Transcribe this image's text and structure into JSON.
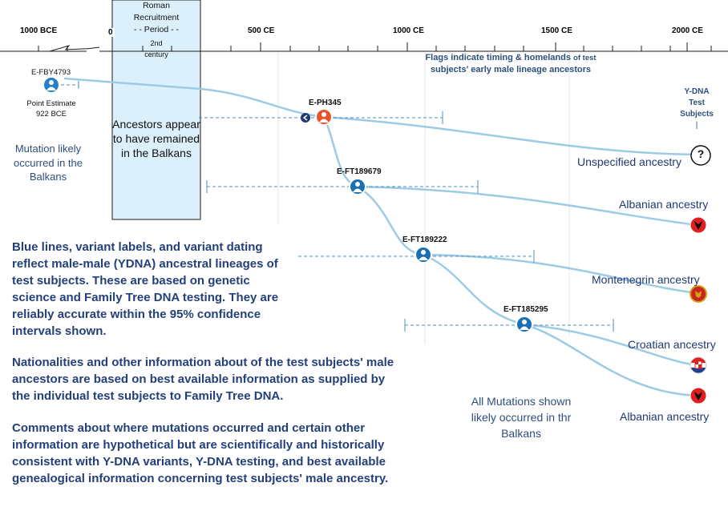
{
  "timeline": {
    "ticks": [
      "1000 BCE",
      "0",
      "500 CE",
      "1000 CE",
      "1500 CE",
      "2000 CE"
    ],
    "flags_note_1": "Flags indicate timing & homelands",
    "flags_note_2": "of test",
    "flags_note_3": "subjects' early male lineage ancestors"
  },
  "roman_period": {
    "line1": "Roman",
    "line2": "Recruitment",
    "line3": "- - Period - -",
    "line4": "2nd",
    "line5": "century",
    "balkans_note": "Ancestors appear to have remained in the Balkans"
  },
  "root": {
    "label": "E-FBY4793",
    "estimate_line1": "Point Estimate",
    "estimate_line2": "922 BCE",
    "mutation_note": "Mutation likely occurred in the Balkans"
  },
  "variants": [
    {
      "label": "E-PH345"
    },
    {
      "label": "E-FT189679"
    },
    {
      "label": "E-FT189222"
    },
    {
      "label": "E-FT185295"
    }
  ],
  "ydna_header": {
    "line1": "Y-DNA",
    "line2": "Test",
    "line3": "Subjects",
    "line4": "|"
  },
  "unknown_symbol": "?",
  "ancestries": [
    {
      "label": "Unspecified ancestry",
      "flag": "unknown"
    },
    {
      "label": "Albanian ancestry",
      "flag": "albania"
    },
    {
      "label": "Montenegrin  ancestry",
      "flag": "montenegro"
    },
    {
      "label": "Croatian ancestry",
      "flag": "croatia"
    },
    {
      "label": "Albanian ancestry",
      "flag": "albania"
    }
  ],
  "mutations_note": "All Mutations shown likely occurred in thr Balkans",
  "legend": {
    "p1": "Blue lines, variant labels, and variant dating reflect male-male (YDNA) ancestral lineages of test subjects. These are based on genetic science and Family Tree DNA testing. They are reliably accurate within the 95% confidence intervals shown.",
    "p2": "Nationalities and other information about of the test subjects' male ancestors are based on best available information as supplied by the individual test subjects to Family Tree DNA.",
    "p3": "Comments about where mutations occurred and certain other information are hypothetical but are scientifically and historically consistent with Y-DNA variants, Y-DNA testing, and best available genealogical information concerning test subjects' male ancestry."
  },
  "colors": {
    "lineage": "#9dcbe6",
    "node": "#1a6fb5",
    "root_node": "#2b7fc4",
    "ph345_node": "#e8552b",
    "era_fill": "#dcf0fb",
    "legend_text": "#24407a",
    "albania_red": "#e01f1f",
    "montenegro_red": "#c8251e",
    "croatia_blue": "#1b3f95"
  }
}
